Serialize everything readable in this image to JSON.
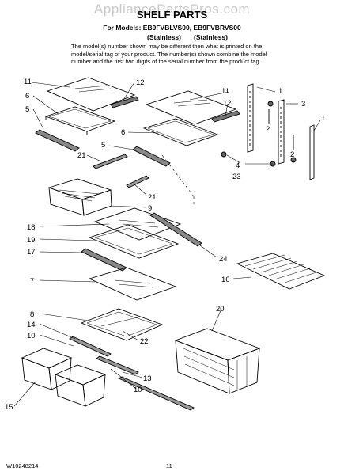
{
  "watermark": "AppliancePartsPros.com",
  "title": "SHELF PARTS",
  "models_line": "For Models: EB9FVBLVS00, EB9FVBRVS00",
  "finish_1": "(Stainless)",
  "finish_2": "(Stainless)",
  "note": "The model(s) number shown may be different then what is printed on the model/serial tag of your product. The number(s) shown combine the model number and the first two digits of the serial number from the product tag.",
  "footer_code": "W10248214",
  "page_number": "11",
  "callouts": {
    "c11a": "11",
    "c12a": "12",
    "c6a": "6",
    "c5a": "5",
    "c11b": "11",
    "c12b": "12",
    "c6b": "6",
    "c5b": "5",
    "c1a": "1",
    "c3": "3",
    "c1b": "1",
    "c2a": "2",
    "c2b": "2",
    "c4": "4",
    "c23": "23",
    "c21a": "21",
    "c21b": "21",
    "c9": "9",
    "c18": "18",
    "c19": "19",
    "c17": "17",
    "c24": "24",
    "c7": "7",
    "c16": "16",
    "c8": "8",
    "c14": "14",
    "c10a": "10",
    "c22": "22",
    "c20": "20",
    "c13": "13",
    "c10b": "10",
    "c15": "15"
  }
}
